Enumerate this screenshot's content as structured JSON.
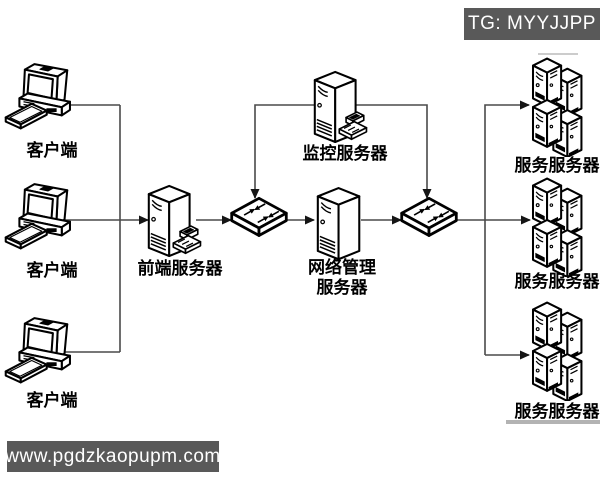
{
  "banners": {
    "top": "TG: MYYJJPP",
    "bottom": "www.pgdzkaopupm.com"
  },
  "nodes": {
    "client1": {
      "label": "客户端",
      "icon": "desktop-pc-icon"
    },
    "client2": {
      "label": "客户端",
      "icon": "desktop-pc-icon"
    },
    "client3": {
      "label": "客户端",
      "icon": "desktop-pc-icon"
    },
    "frontend": {
      "label": "前端服务器",
      "icon": "tower-server-with-keyboard-icon"
    },
    "monitor": {
      "label": "监控服务器",
      "icon": "tower-server-with-keyboard-icon"
    },
    "netmgmt": {
      "label_line1": "网络管理",
      "label_line2": "服务器",
      "icon": "tower-server-icon"
    },
    "switch1": {
      "icon": "lan-switch-icon"
    },
    "switch2": {
      "icon": "lan-switch-icon"
    },
    "stack1": {
      "label": "服务服务器",
      "icon": "server-cluster-icon"
    },
    "stack2": {
      "label": "服务服务器",
      "icon": "server-cluster-icon"
    },
    "stack3": {
      "label": "服务服务器",
      "icon": "server-cluster-icon"
    }
  },
  "colors": {
    "banner_bg": "#595959",
    "banner_text": "#ffffff",
    "diagram_ink": "#000000",
    "wire": "#4a4a4a",
    "underline": "#b3b3b3"
  }
}
